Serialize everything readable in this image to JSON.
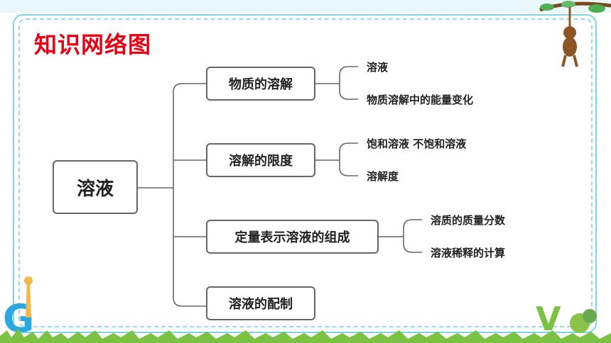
{
  "title": "知识网络图",
  "root": "溶液",
  "branches": [
    {
      "label": "物质的溶解",
      "leaves": [
        "溶液",
        "物质溶解中的能量变化"
      ]
    },
    {
      "label": "溶解的限度",
      "leaves": [
        "饱和溶液 不饱和溶液",
        "溶解度"
      ]
    },
    {
      "label": "定量表示溶液的组成",
      "leaves": [
        "溶质的质量分数",
        "溶液稀释的计算"
      ]
    },
    {
      "label": "溶液的配制",
      "leaves": []
    }
  ],
  "colors": {
    "title": "#e60012",
    "frame": "#7fd4e8",
    "node_border": "#666666"
  }
}
